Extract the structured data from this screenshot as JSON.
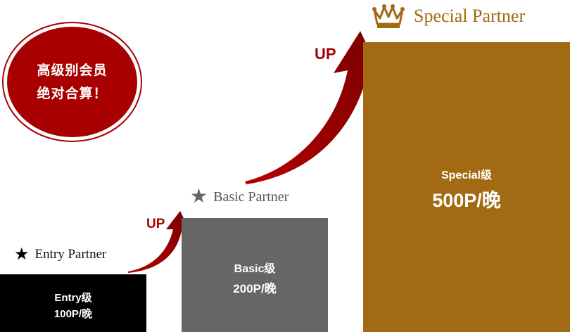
{
  "badge": {
    "line1": "高级别会员",
    "line2": "绝对合算！"
  },
  "tiers": {
    "entry": {
      "title": "Entry Partner",
      "name": "Entry级",
      "price": "100P/晚",
      "icon": "star-icon"
    },
    "basic": {
      "title": "Basic Partner",
      "name": "Basic级",
      "price": "200P/晚",
      "icon": "star-icon"
    },
    "special": {
      "title": "Special Partner",
      "name": "Special级",
      "price": "500P/晚",
      "icon": "crown-icon"
    }
  },
  "up_labels": {
    "first": "UP",
    "second": "UP"
  },
  "colors": {
    "red": "#a80000",
    "gold": "#a26a12",
    "gray": "#666666",
    "black": "#000000"
  }
}
